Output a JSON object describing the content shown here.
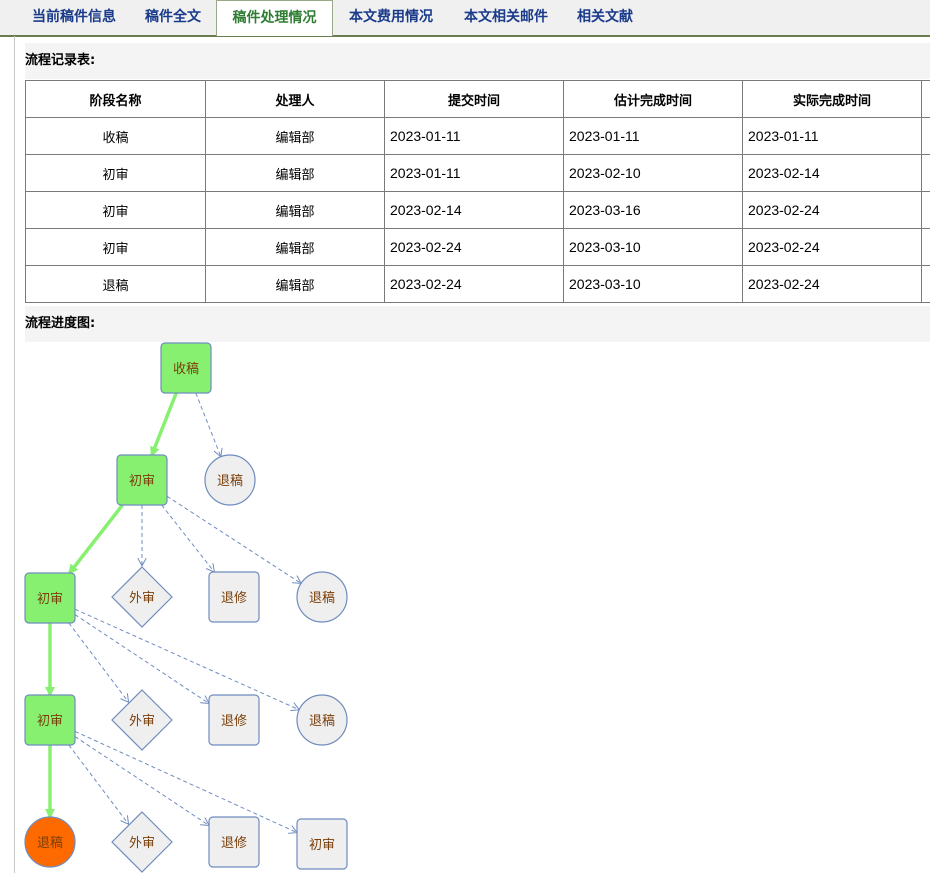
{
  "tabs": [
    {
      "label": "当前稿件信息",
      "active": false
    },
    {
      "label": "稿件全文",
      "active": false
    },
    {
      "label": "稿件处理情况",
      "active": true
    },
    {
      "label": "本文费用情况",
      "active": false
    },
    {
      "label": "本文相关邮件",
      "active": false
    },
    {
      "label": "相关文献",
      "active": false
    }
  ],
  "records": {
    "title": "流程记录表:",
    "headers": [
      "阶段名称",
      "处理人",
      "提交时间",
      "估计完成时间",
      "实际完成时间"
    ],
    "rows": [
      [
        "收稿",
        "编辑部",
        "2023-01-11",
        "2023-01-11",
        "2023-01-11"
      ],
      [
        "初审",
        "编辑部",
        "2023-01-11",
        "2023-02-10",
        "2023-02-14"
      ],
      [
        "初审",
        "编辑部",
        "2023-02-14",
        "2023-03-16",
        "2023-02-24"
      ],
      [
        "初审",
        "编辑部",
        "2023-02-24",
        "2023-03-10",
        "2023-02-24"
      ],
      [
        "退稿",
        "编辑部",
        "2023-02-24",
        "2023-03-10",
        "2023-02-24"
      ]
    ]
  },
  "progress": {
    "title": "流程进度图:",
    "nodes": [
      {
        "id": "n1",
        "label": "收稿",
        "shape": "rect",
        "state": "done"
      },
      {
        "id": "n2",
        "label": "退稿",
        "shape": "circle",
        "state": "option"
      },
      {
        "id": "n3",
        "label": "初审",
        "shape": "rect",
        "state": "done"
      },
      {
        "id": "n4",
        "label": "外审",
        "shape": "diamond",
        "state": "option"
      },
      {
        "id": "n5",
        "label": "退修",
        "shape": "rect",
        "state": "option"
      },
      {
        "id": "n6",
        "label": "退稿",
        "shape": "circle",
        "state": "option"
      },
      {
        "id": "n7",
        "label": "初审",
        "shape": "rect",
        "state": "done"
      },
      {
        "id": "n8",
        "label": "外审",
        "shape": "diamond",
        "state": "option"
      },
      {
        "id": "n9",
        "label": "退修",
        "shape": "rect",
        "state": "option"
      },
      {
        "id": "n10",
        "label": "退稿",
        "shape": "circle",
        "state": "option"
      },
      {
        "id": "n11",
        "label": "初审",
        "shape": "rect",
        "state": "done"
      },
      {
        "id": "n12",
        "label": "退稿",
        "shape": "circle",
        "state": "current"
      },
      {
        "id": "n13",
        "label": "外审",
        "shape": "diamond",
        "state": "option"
      },
      {
        "id": "n14",
        "label": "退修",
        "shape": "rect",
        "state": "option"
      },
      {
        "id": "n15",
        "label": "初审",
        "shape": "rect",
        "state": "option"
      }
    ],
    "edges": [
      {
        "from": "n1",
        "to": "n3",
        "kind": "path"
      },
      {
        "from": "n1",
        "to": "n2",
        "kind": "option"
      },
      {
        "from": "n3",
        "to": "n7",
        "kind": "path"
      },
      {
        "from": "n3",
        "to": "n4",
        "kind": "option"
      },
      {
        "from": "n3",
        "to": "n5",
        "kind": "option"
      },
      {
        "from": "n3",
        "to": "n6",
        "kind": "option"
      },
      {
        "from": "n7",
        "to": "n11",
        "kind": "path"
      },
      {
        "from": "n7",
        "to": "n8",
        "kind": "option"
      },
      {
        "from": "n7",
        "to": "n9",
        "kind": "option"
      },
      {
        "from": "n7",
        "to": "n10",
        "kind": "option"
      },
      {
        "from": "n11",
        "to": "n12",
        "kind": "path"
      },
      {
        "from": "n11",
        "to": "n13",
        "kind": "option"
      },
      {
        "from": "n11",
        "to": "n14",
        "kind": "option"
      },
      {
        "from": "n11",
        "to": "n15",
        "kind": "option"
      }
    ],
    "colors": {
      "done_fill": "#88f070",
      "option_fill": "#efefef",
      "current_fill": "#ff6a00",
      "node_stroke": "#6f8cbf",
      "path_edge": "#88f070",
      "option_edge": "#6f8cbf",
      "label_text": "#7a3f0a"
    }
  }
}
